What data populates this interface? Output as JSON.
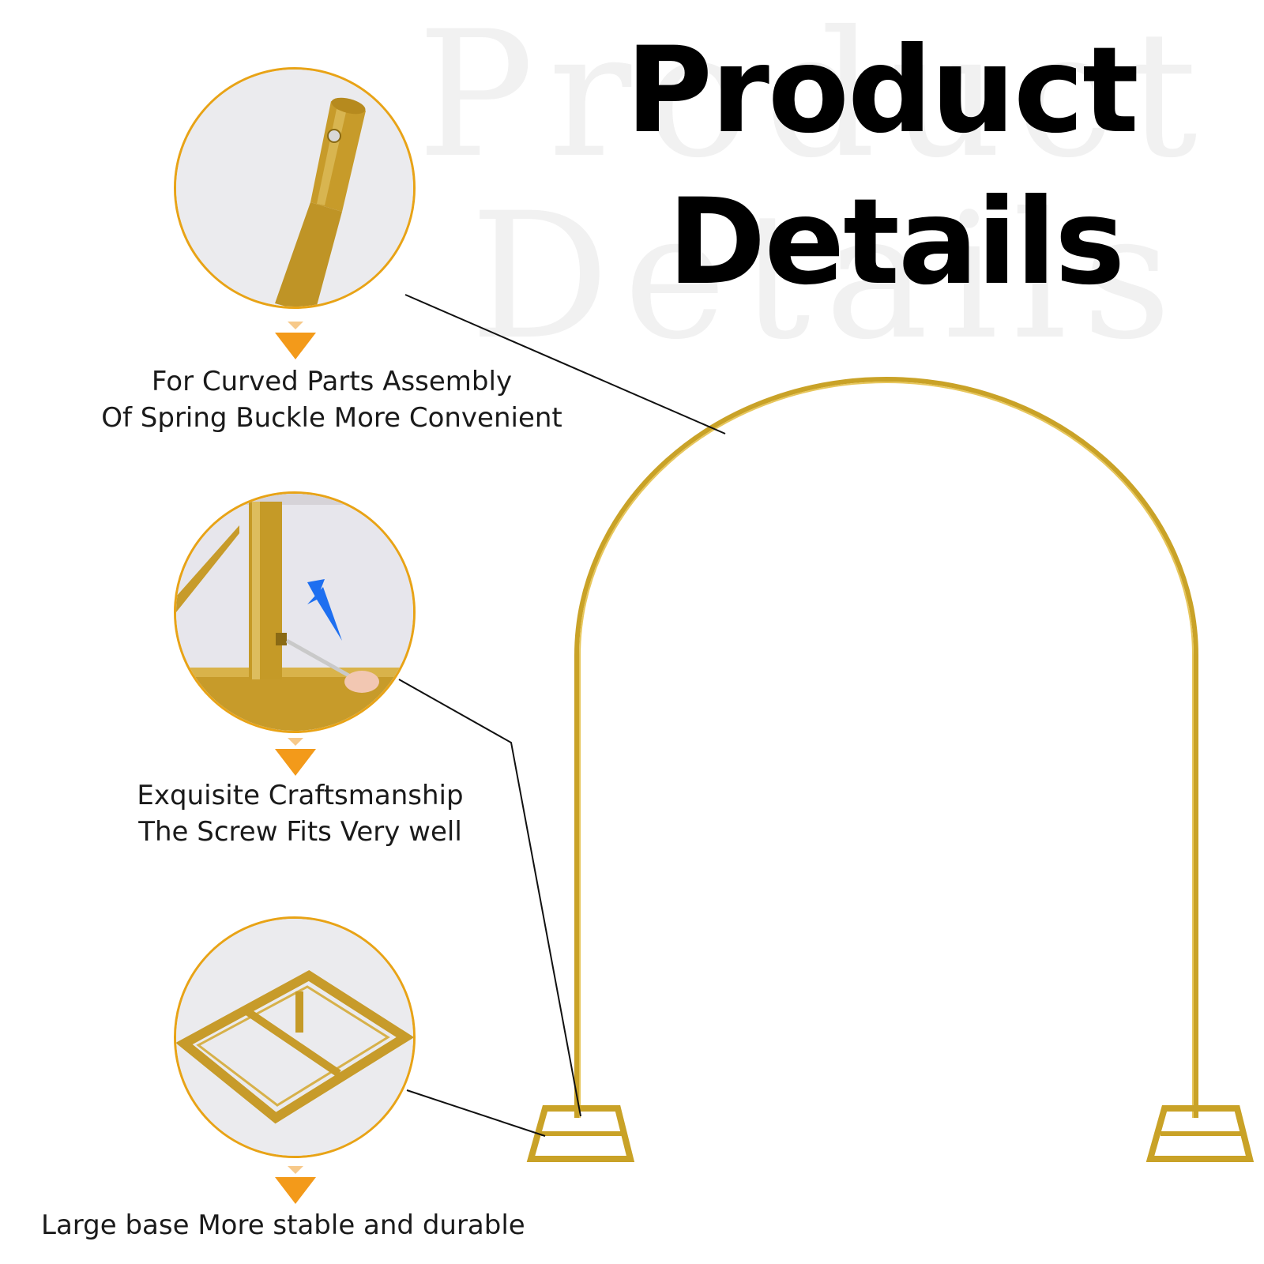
{
  "watermark": {
    "line1": "Product",
    "line2": "Details"
  },
  "title": {
    "line1": "Product",
    "line2": "Details"
  },
  "features": [
    {
      "line1": "For Curved Parts Assembly",
      "line2": "Of Spring Buckle More Convenient",
      "icon": "pole-connector-closeup"
    },
    {
      "line1": "Exquisite Craftsmanship",
      "line2": "The Screw Fits Very well",
      "icon": "screw-closeup"
    },
    {
      "line1": "Large base More  stable and  durable",
      "icon": "base-frame-closeup"
    }
  ],
  "colors": {
    "gold": "#c9a227",
    "gold_dark": "#a8841a",
    "circle_border": "#e8a316",
    "arrow_orange": "#f39a1a",
    "blue_arrow": "#1e6ff0"
  }
}
